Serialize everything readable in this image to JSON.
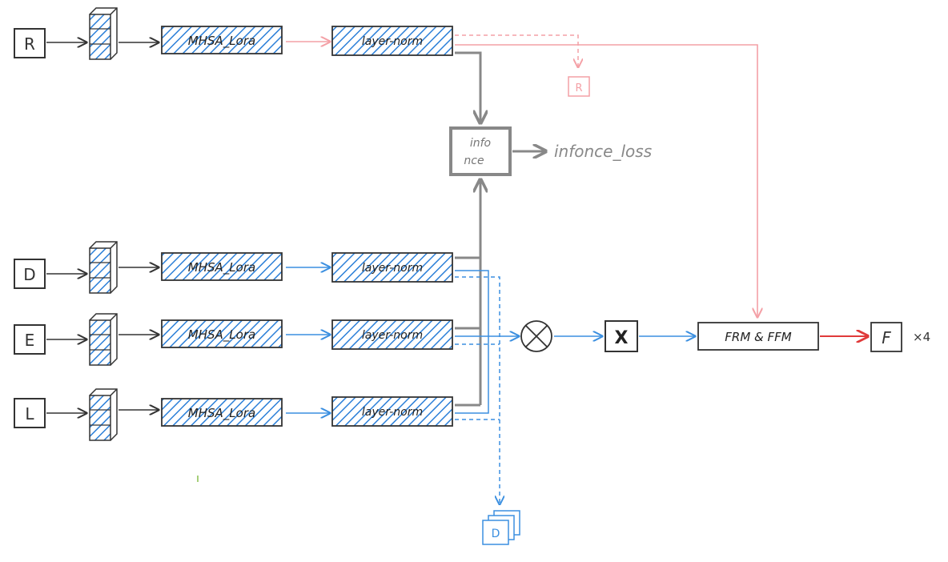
{
  "inputs": [
    {
      "id": "R",
      "label": "R"
    },
    {
      "id": "D",
      "label": "D"
    },
    {
      "id": "E",
      "label": "E"
    },
    {
      "id": "L",
      "label": "L"
    }
  ],
  "mhsa_label": "MHSA_Lora",
  "layernorm_label": "layer-norm",
  "infonce": {
    "line1": "info",
    "line2": "nce",
    "loss_label": "infonce_loss"
  },
  "r_output_label": "R",
  "d_output_label": "D",
  "fusion_multiply_symbol": "⊗",
  "x_box_label": "X",
  "frm_box_label": "FRM & FFM",
  "output": {
    "label": "F",
    "repeat": "×4"
  },
  "colors": {
    "dark": "#333333",
    "gray": "#888888",
    "blue": "#3b8fe0",
    "hatch": "#2b7fd8",
    "pink": "#f4a0a6",
    "red": "#e03a3a",
    "green": "#a6cf7a"
  }
}
